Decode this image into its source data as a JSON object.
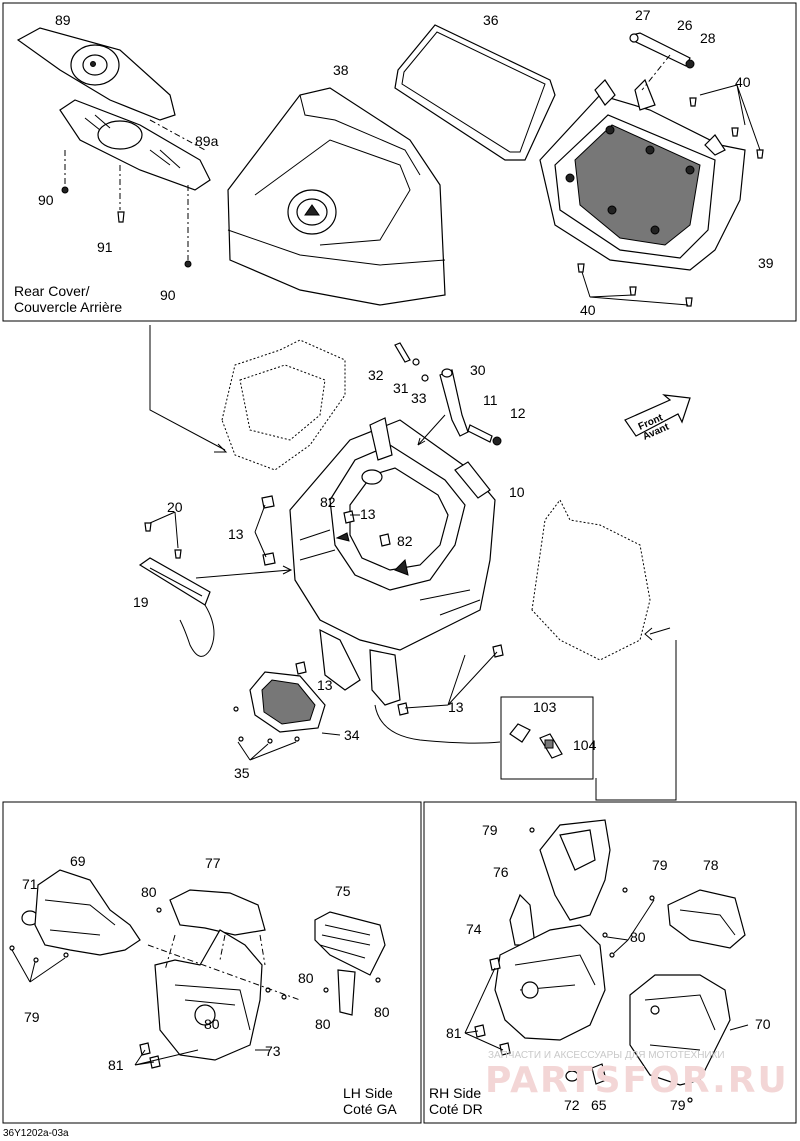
{
  "labels": {
    "p89": "89",
    "p89a": "89a",
    "p90a": "90",
    "p91": "91",
    "p90b": "90",
    "p38": "38",
    "p36": "36",
    "p27": "27",
    "p26": "26",
    "p28": "28",
    "p40a": "40",
    "p39": "39",
    "p40b": "40",
    "p32": "32",
    "p31": "31",
    "p33": "33",
    "p30": "30",
    "p11": "11",
    "p12": "12",
    "p10": "10",
    "p20": "20",
    "p13a": "13",
    "p82a": "82",
    "p13b": "13",
    "p82b": "82",
    "p19": "19",
    "p13c": "13",
    "p13d": "13",
    "p34": "34",
    "p35": "35",
    "p103": "103",
    "p104": "104",
    "p69": "69",
    "p71": "71",
    "p77": "77",
    "p80a": "80",
    "p75": "75",
    "p79a": "79",
    "p80b": "80",
    "p80c": "80",
    "p80d": "80",
    "p81a": "81",
    "p73": "73",
    "p80e": "80",
    "p79b": "79",
    "p76": "76",
    "p79c": "79",
    "p78": "78",
    "p74": "74",
    "p80f": "80",
    "p81b": "81",
    "p70": "70",
    "p72": "72",
    "p65": "65",
    "p79d": "79"
  },
  "captions": {
    "rear_cover_line1": "Rear Cover/",
    "rear_cover_line2": "Couvercle Arrière",
    "lh_line1": "LH Side",
    "lh_line2": "Coté GA",
    "rh_line1": "RH Side",
    "rh_line2": "Coté DR",
    "front_line1": "Front",
    "front_line2": "Avant"
  },
  "footer": {
    "code": "36Y1202a-03a"
  },
  "watermark": {
    "line1": "ЗАПЧАСТИ И АКСЕССУАРЫ ДЛЯ МОТОТЕХНИКИ",
    "brand": "PARTSFOR.RU"
  },
  "icons": [
    "front-arrow-icon"
  ]
}
